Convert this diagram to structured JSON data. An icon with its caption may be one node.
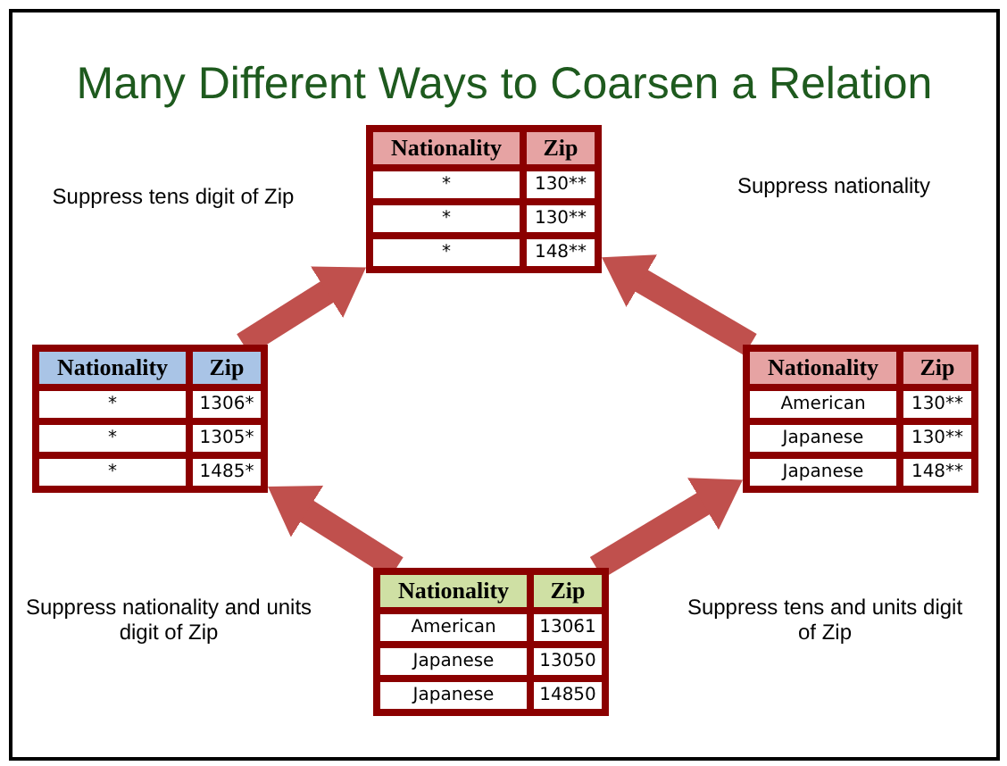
{
  "diagram": {
    "title": "Many Different Ways to Coarsen a Relation",
    "nodes": [
      {
        "text": [
          "Nationality",
          "Zip",
          "*",
          "130**",
          "*",
          "130**",
          "*",
          "148**"
        ]
      },
      {
        "text": [
          "Nationality",
          "Zip",
          "*",
          "1306*",
          "*",
          "1305*",
          "*",
          "1485*"
        ]
      },
      {
        "text": [
          "Nationality",
          "Zip",
          "American",
          "130**",
          "Japanese",
          "130**",
          "Japanese",
          "148**"
        ]
      },
      {
        "text": [
          "Nationality",
          "Zip",
          "American",
          "13061",
          "Japanese",
          "13050",
          "Japanese",
          "14850"
        ]
      }
    ],
    "edges": [
      {
        "from": 3,
        "to": 1,
        "arrow": "to"
      },
      {
        "from": 3,
        "to": 2,
        "arrow": "to"
      },
      {
        "from": 1,
        "to": 0,
        "arrow": "to"
      },
      {
        "from": 2,
        "to": 0,
        "arrow": "to"
      }
    ],
    "labels": [
      "Suppress tens digit of Zip",
      "Suppress nationality",
      "Suppress nationality and units digit of Zip",
      "Suppress tens and units digit of Zip"
    ]
  }
}
